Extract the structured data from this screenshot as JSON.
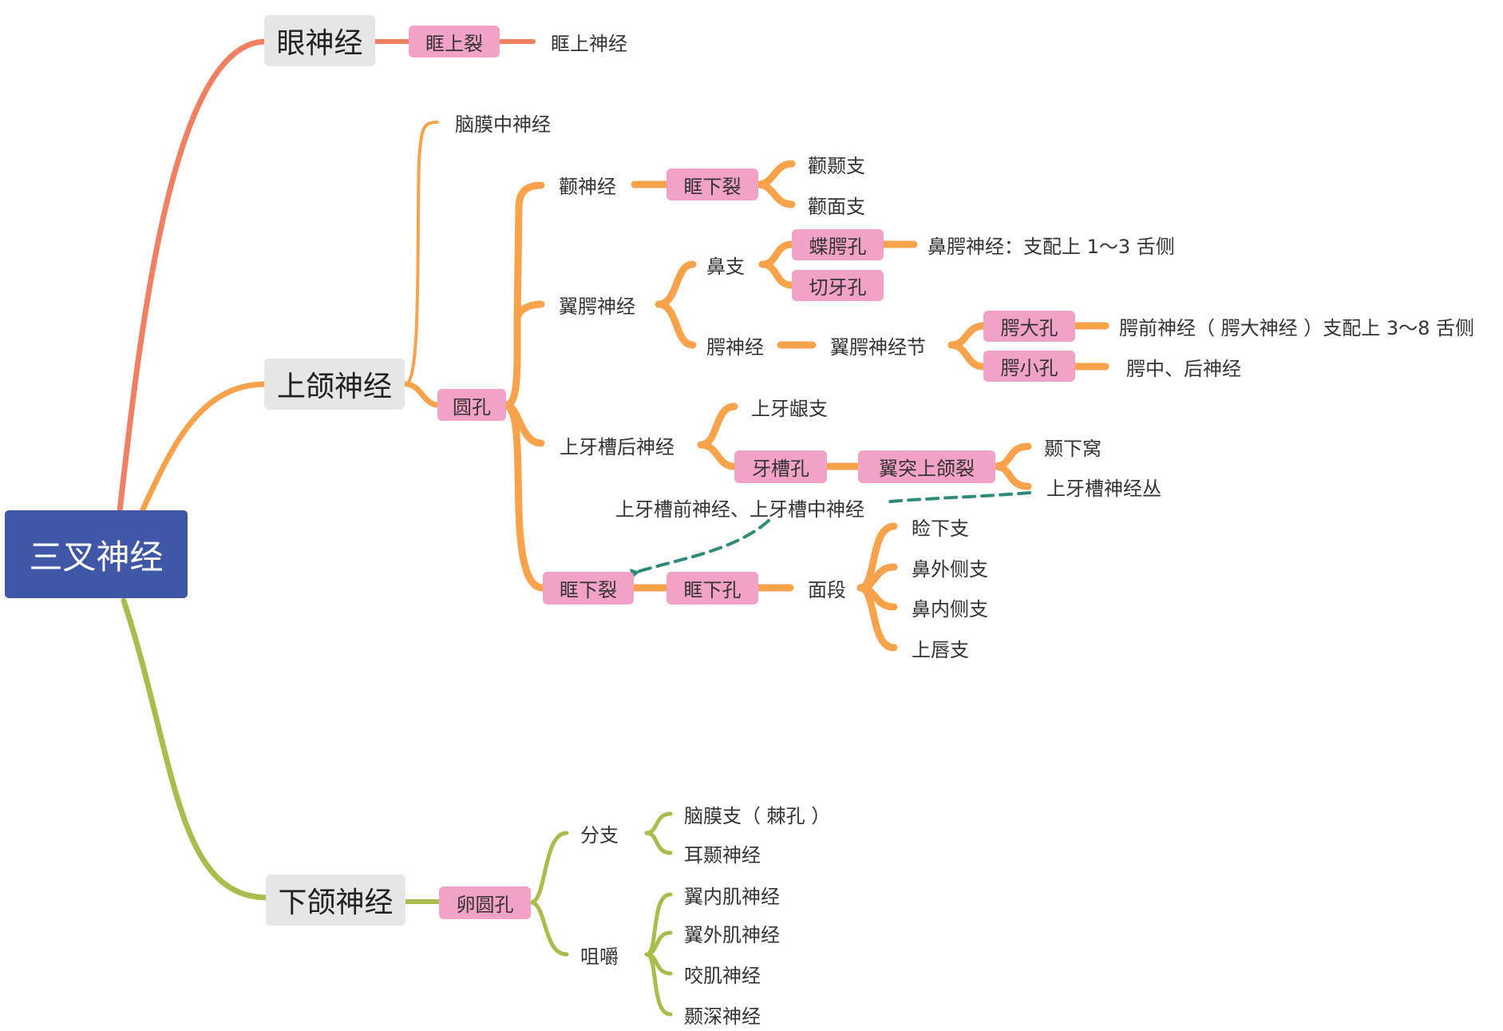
{
  "root": {
    "label": "三叉神经",
    "color": "#3f57a6"
  },
  "colors": {
    "ophthalmic": "#f08062",
    "maxillary": "#f8a34c",
    "mandibular": "#a9bd4c",
    "foramen_fill": "#f2a2c7",
    "main_fill": "#e6e6e6",
    "relation_line": "#2e8b7a"
  },
  "ophthalmic": {
    "label": "眼神经",
    "foramen": "眶上裂",
    "branch": "眶上神经"
  },
  "maxillary": {
    "label": "上颌神经",
    "meningeal": "脑膜中神经",
    "foramen": "圆孔",
    "zygomatic": {
      "label": "颧神经",
      "foramen": "眶下裂",
      "branches": [
        "颧颞支",
        "颧面支"
      ]
    },
    "pterygopalatine": {
      "label": "翼腭神经",
      "nasal": {
        "label": "鼻支",
        "foramina": [
          "蝶腭孔",
          "切牙孔"
        ],
        "nasopalatine": "鼻腭神经：支配上 1～3 舌侧"
      },
      "palatine": {
        "label": "腭神经",
        "ganglion": "翼腭神经节",
        "foramina": [
          "腭大孔",
          "腭小孔"
        ],
        "greater": "腭前神经（ 腭大神经 ）支配上 3～8 舌侧",
        "lesser": "腭中、后神经"
      }
    },
    "posterior_alveolar": {
      "label": "上牙槽后神经",
      "gingival": "上牙龈支",
      "foramen": "牙槽孔",
      "fissure": "翼突上颌裂",
      "branches": [
        "颞下窝",
        "上牙槽神经丛"
      ]
    },
    "relation_label": "上牙槽前神经、上牙槽中神经",
    "infraorbital": {
      "fissure": "眶下裂",
      "foramen": "眶下孔",
      "segment": "面段",
      "branches": [
        "睑下支",
        "鼻外侧支",
        "鼻内侧支",
        "上唇支"
      ]
    }
  },
  "mandibular": {
    "label": "下颌神经",
    "foramen": "卵圆孔",
    "branch_group": {
      "label": "分支",
      "items": [
        "脑膜支（ 棘孔 ）",
        "耳颞神经"
      ]
    },
    "masticatory_group": {
      "label": "咀嚼",
      "items": [
        "翼内肌神经",
        "翼外肌神经",
        "咬肌神经",
        "颞深神经"
      ]
    }
  }
}
